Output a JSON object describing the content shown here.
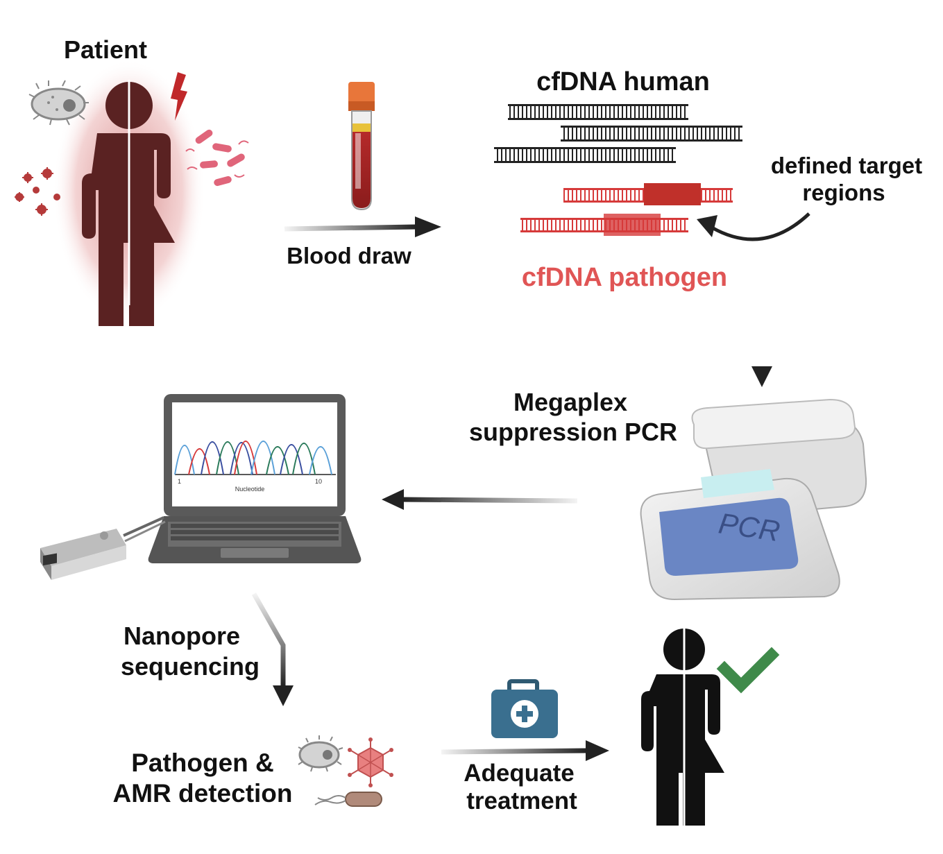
{
  "labels": {
    "patient": "Patient",
    "blood_draw": "Blood draw",
    "cfdna_human": "cfDNA human",
    "defined_target_line1": "defined target",
    "defined_target_line2": "regions",
    "cfdna_pathogen": "cfDNA pathogen",
    "megaplex_line1": "Megaplex",
    "megaplex_line2": "suppression PCR",
    "pcr_screen": "PCR",
    "nanopore_line1": "Nanopore",
    "nanopore_line2": "sequencing",
    "pathogen_line1": "Pathogen &",
    "pathogen_line2": "AMR detection",
    "treatment_line1": "Adequate",
    "treatment_line2": "treatment",
    "chromatogram_tick_start": "1",
    "chromatogram_tick_end": "10",
    "chromatogram_axis": "Nucleotide"
  },
  "colors": {
    "pathogen_red": "#e05555",
    "dna_red": "#d63a3a",
    "patient_sick": "#5a2222",
    "check_green": "#3f8a4a",
    "kit_blue": "#3a6f8f",
    "pcr_blue": "#6a86c4"
  }
}
